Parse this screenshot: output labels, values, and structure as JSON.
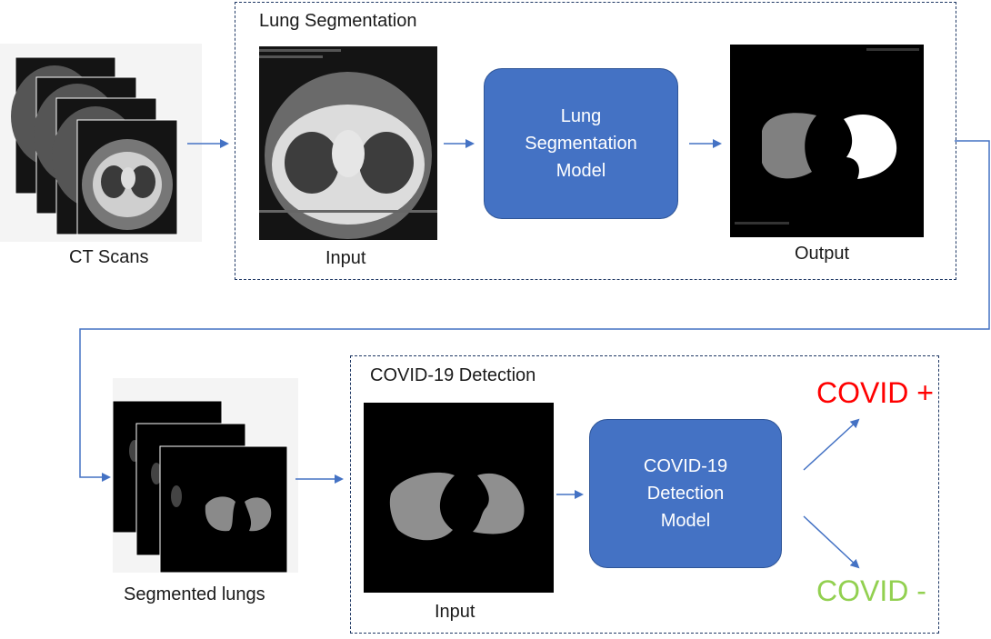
{
  "lung_segmentation": {
    "title": "Lung Segmentation",
    "input_label": "Input",
    "output_label": "Output",
    "model_lines": [
      "Lung",
      "Segmentation",
      "Model"
    ]
  },
  "ct_scans_label": "CT Scans",
  "segmented_lungs_label": "Segmented lungs",
  "covid_detection": {
    "title": "COVID-19 Detection",
    "input_label": "Input",
    "model_lines": [
      "COVID-19",
      "Detection",
      "Model"
    ]
  },
  "results": {
    "positive": "COVID +",
    "negative": "COVID -",
    "positive_color": "#ff0000",
    "negative_color": "#92d050"
  },
  "colors": {
    "model_fill": "#4472c4",
    "arrow": "#4472c4",
    "box_border": "#1f3864"
  }
}
